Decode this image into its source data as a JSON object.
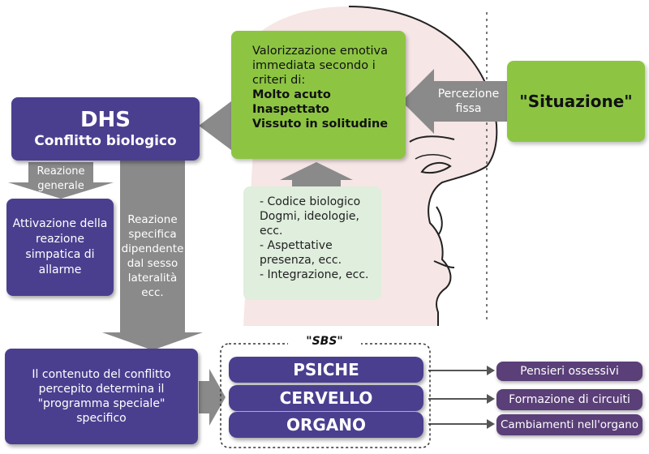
{
  "situation": {
    "label": "\"Situazione\""
  },
  "perception": {
    "label": "Percezione fissa"
  },
  "valuation": {
    "intro": "Valorizzazione emotiva immediata secondo i criteri di:",
    "criteria": [
      "Molto acuto",
      "Inaspettato",
      "Vissuto in solitudine"
    ]
  },
  "dhs": {
    "title": "DHS",
    "subtitle": "Conflitto biologico"
  },
  "general_reaction": {
    "label": "Reazione generale"
  },
  "alarm": {
    "label": "Attivazione della reazione simpatica di allarme"
  },
  "specific_reaction": {
    "label": "Reazione specifica dipendente dal sesso lateralità ecc."
  },
  "filters": {
    "lines": [
      "- Codice biologico",
      "Dogmi, ideologie,",
      "ecc.",
      "- Aspettative",
      "presenza, ecc.",
      "- Integrazione, ecc."
    ]
  },
  "content": {
    "label": "Il contenuto del conflitto percepito determina il \"programma speciale\" specifico"
  },
  "sbs": {
    "title": "\"SBS\"",
    "levels": [
      "PSICHE",
      "CERVELLO",
      "ORGANO"
    ]
  },
  "outputs": [
    "Pensieri ossessivi",
    "Formazione di circuiti",
    "Cambiamenti nell'organo"
  ],
  "colors": {
    "purple": "#4a3f8f",
    "green": "#8dc543",
    "pale_green": "#dfeedd",
    "gray": "#8a8a8a",
    "skin": "#f6e6e6",
    "output_purple": "#5a3f78"
  }
}
